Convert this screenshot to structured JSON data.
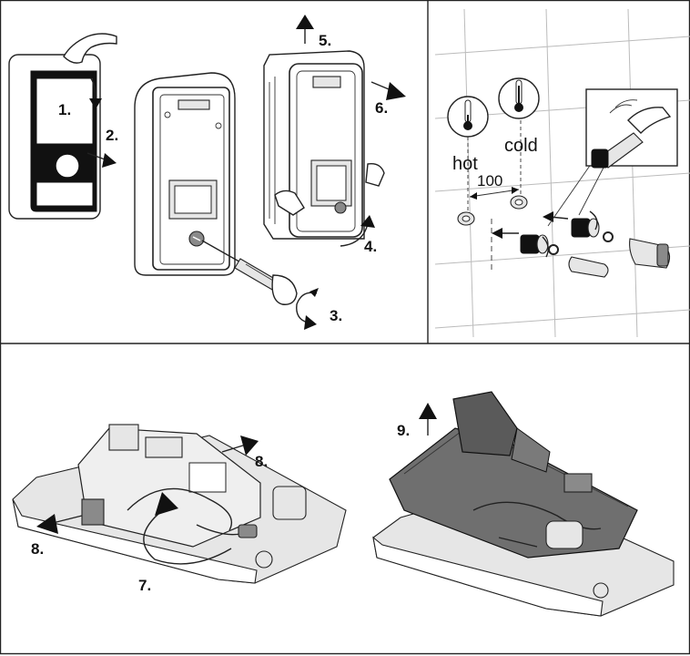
{
  "panels": {
    "top_left": {
      "steps": [
        "1.",
        "2.",
        "3.",
        "4.",
        "5.",
        "6."
      ]
    },
    "top_right": {
      "hot_label": "hot",
      "cold_label": "cold",
      "distance_label": "100",
      "thermometer_hot_icon": "thermometer-low-icon",
      "thermometer_cold_icon": "thermometer-high-icon"
    },
    "bottom": {
      "steps": [
        "7.",
        "8.",
        "8.",
        "9."
      ]
    }
  },
  "colors": {
    "ink": "#111111",
    "fill_grey": "#cfcfcf",
    "fill_dark": "#8a8a8a"
  }
}
